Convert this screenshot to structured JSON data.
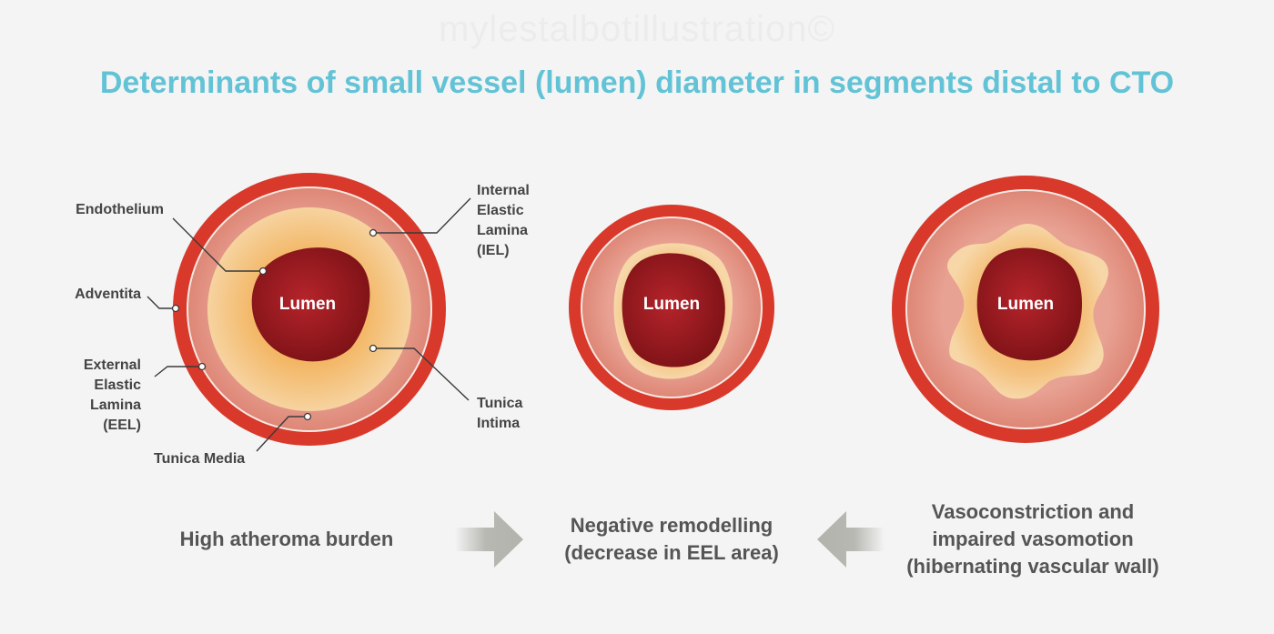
{
  "watermark": "mylestalbotillustration©",
  "title": "Determinants of small vessel (lumen) diameter in segments distal to CTO",
  "labels": {
    "endothelium": "Endothelium",
    "adventitia": "Adventita",
    "eel_1": "External",
    "eel_2": "Elastic",
    "eel_3": "Lamina",
    "eel_4": "(EEL)",
    "tunica_media": "Tunica Media",
    "iel_1": "Internal",
    "iel_2": "Elastic",
    "iel_3": "Lamina",
    "iel_4": "(IEL)",
    "intima_1": "Tunica",
    "intima_2": "Intima"
  },
  "vessels": {
    "left_lumen": "Lumen",
    "middle_lumen": "Lumen",
    "right_lumen": "Lumen"
  },
  "captions": {
    "left": "High atheroma burden",
    "middle_1": "Negative remodelling",
    "middle_2": "(decrease in EEL area)",
    "right_1": "Vasoconstriction and",
    "right_2": "impaired vasomotion",
    "right_3": "(hibernating vascular wall)"
  },
  "colors": {
    "title": "#63c3d6",
    "adventitia": "#d8392b",
    "media": "#e3958a",
    "intima": "#f3c27a",
    "lumen": "#8f1a1e",
    "arrow": "#b8b8b3"
  }
}
